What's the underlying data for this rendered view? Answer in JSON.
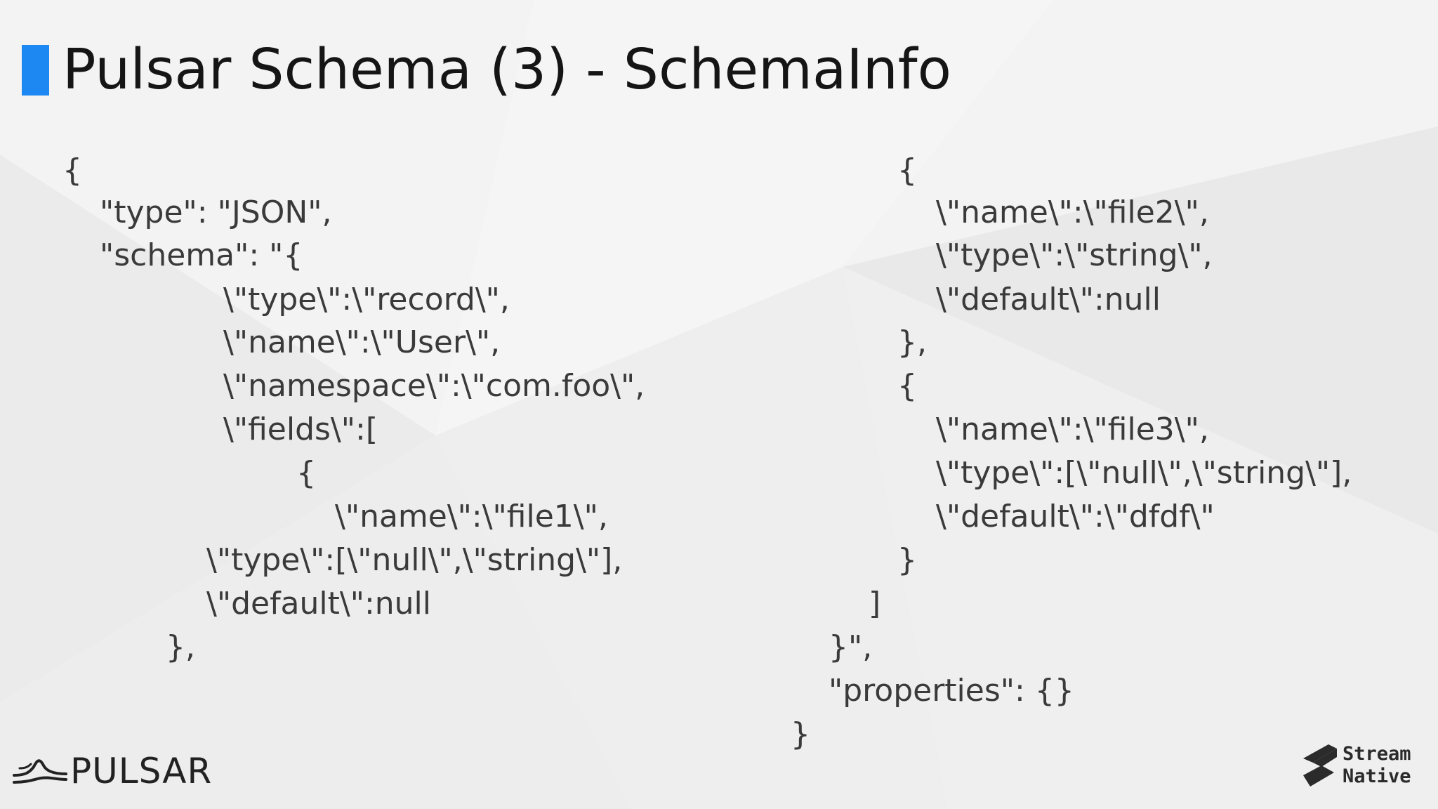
{
  "slide": {
    "title": "Pulsar Schema (3) - SchemaInfo",
    "accent_color": "#1e88f2"
  },
  "code": {
    "left_column": [
      "{",
      "\"type\": \"JSON\",",
      "\"schema\": \"{",
      "\\\"type\\\":\\\"record\\\",",
      "\\\"name\\\":\\\"User\\\",",
      "\\\"namespace\\\":\\\"com.foo\\\",",
      "\\\"fields\\\":[",
      "{",
      "\\\"name\\\":\\\"file1\\\",",
      "\\\"type\\\":[\\\"null\\\",\\\"string\\\"],",
      "\\\"default\\\":null",
      "},"
    ],
    "right_column": [
      "{",
      "\\\"name\\\":\\\"file2\\\",",
      "\\\"type\\\":\\\"string\\\",",
      "\\\"default\\\":null",
      "},",
      "{",
      "\\\"name\\\":\\\"file3\\\",",
      "\\\"type\\\":[\\\"null\\\",\\\"string\\\"],",
      "\\\"default\\\":\\\"dfdf\\\"",
      "}",
      "]",
      "}\",",
      "\"properties\": {}",
      "}"
    ]
  },
  "logos": {
    "left": {
      "text": "PULSAR",
      "icon": "pulsar-logo-icon"
    },
    "right": {
      "line1": "Stream",
      "line2": "Native",
      "icon": "streamnative-logo-icon"
    }
  }
}
